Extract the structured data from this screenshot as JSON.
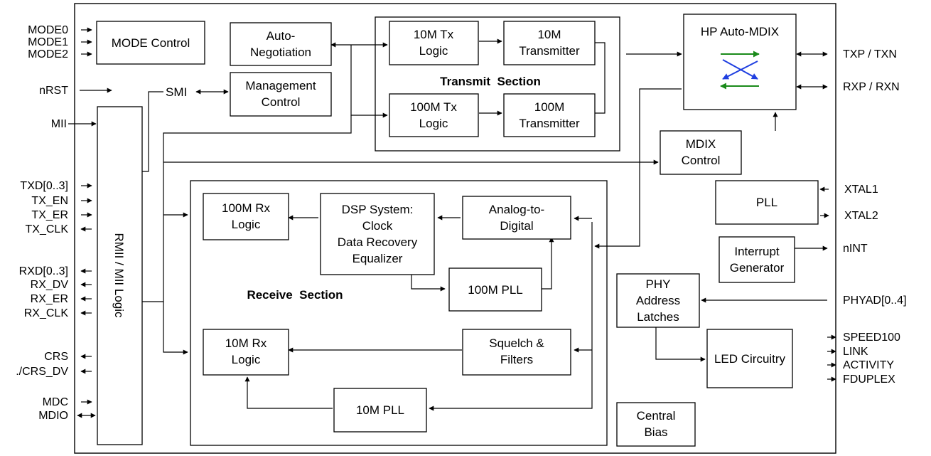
{
  "blocks": {
    "mode_control": [
      "MODE Control"
    ],
    "auto_negotiation": [
      "Auto-",
      "Negotiation"
    ],
    "management_control": [
      "Management",
      "Control"
    ],
    "tx10_logic": [
      "10M Tx",
      "Logic"
    ],
    "tx10_transmitter": [
      "10M",
      "Transmitter"
    ],
    "tx100_logic": [
      "100M Tx",
      "Logic"
    ],
    "tx100_transmitter": [
      "100M",
      "Transmitter"
    ],
    "hp_auto_mdix": [
      "HP Auto-MDIX"
    ],
    "mdix_control": [
      "MDIX",
      "Control"
    ],
    "pll": [
      "PLL"
    ],
    "interrupt_generator": [
      "Interrupt",
      "Generator"
    ],
    "phy_address_latches": [
      "PHY",
      "Address",
      "Latches"
    ],
    "led_circuitry": [
      "LED Circuitry"
    ],
    "central_bias": [
      "Central",
      "Bias"
    ],
    "rmii_logic": [
      "RMII / MII Logic"
    ],
    "rx100_logic": [
      "100M Rx",
      "Logic"
    ],
    "dsp_system": [
      "DSP System:",
      "Clock",
      "Data Recovery",
      "Equalizer"
    ],
    "analog_to_digital": [
      "Analog-to-",
      "Digital"
    ],
    "pll100": [
      "100M PLL"
    ],
    "rx10_logic": [
      "10M Rx",
      "Logic"
    ],
    "squelch_filters": [
      "Squelch &",
      "Filters"
    ],
    "pll10": [
      "10M PLL"
    ]
  },
  "sections": {
    "transmit": "Transmit  Section",
    "receive": "Receive  Section"
  },
  "internal_labels": {
    "smi": "SMI"
  },
  "pins_left": [
    "MODE0",
    "MODE1",
    "MODE2",
    "nRST",
    "MII",
    "TXD[0..3]",
    "TX_EN",
    "TX_ER",
    "TX_CLK",
    "RXD[0..3]",
    "RX_DV",
    "RX_ER",
    "RX_CLK",
    "CRS",
    "./CRS_DV",
    "MDC",
    "MDIO"
  ],
  "pins_right": [
    "TXP / TXN",
    "RXP / RXN",
    "XTAL1",
    "XTAL2",
    "nINT",
    "PHYAD[0..4]",
    "SPEED100",
    "LINK",
    "ACTIVITY",
    "FDUPLEX"
  ],
  "colors": {
    "mdix_green": "#1a8a1a",
    "mdix_blue": "#1f3fe0"
  }
}
